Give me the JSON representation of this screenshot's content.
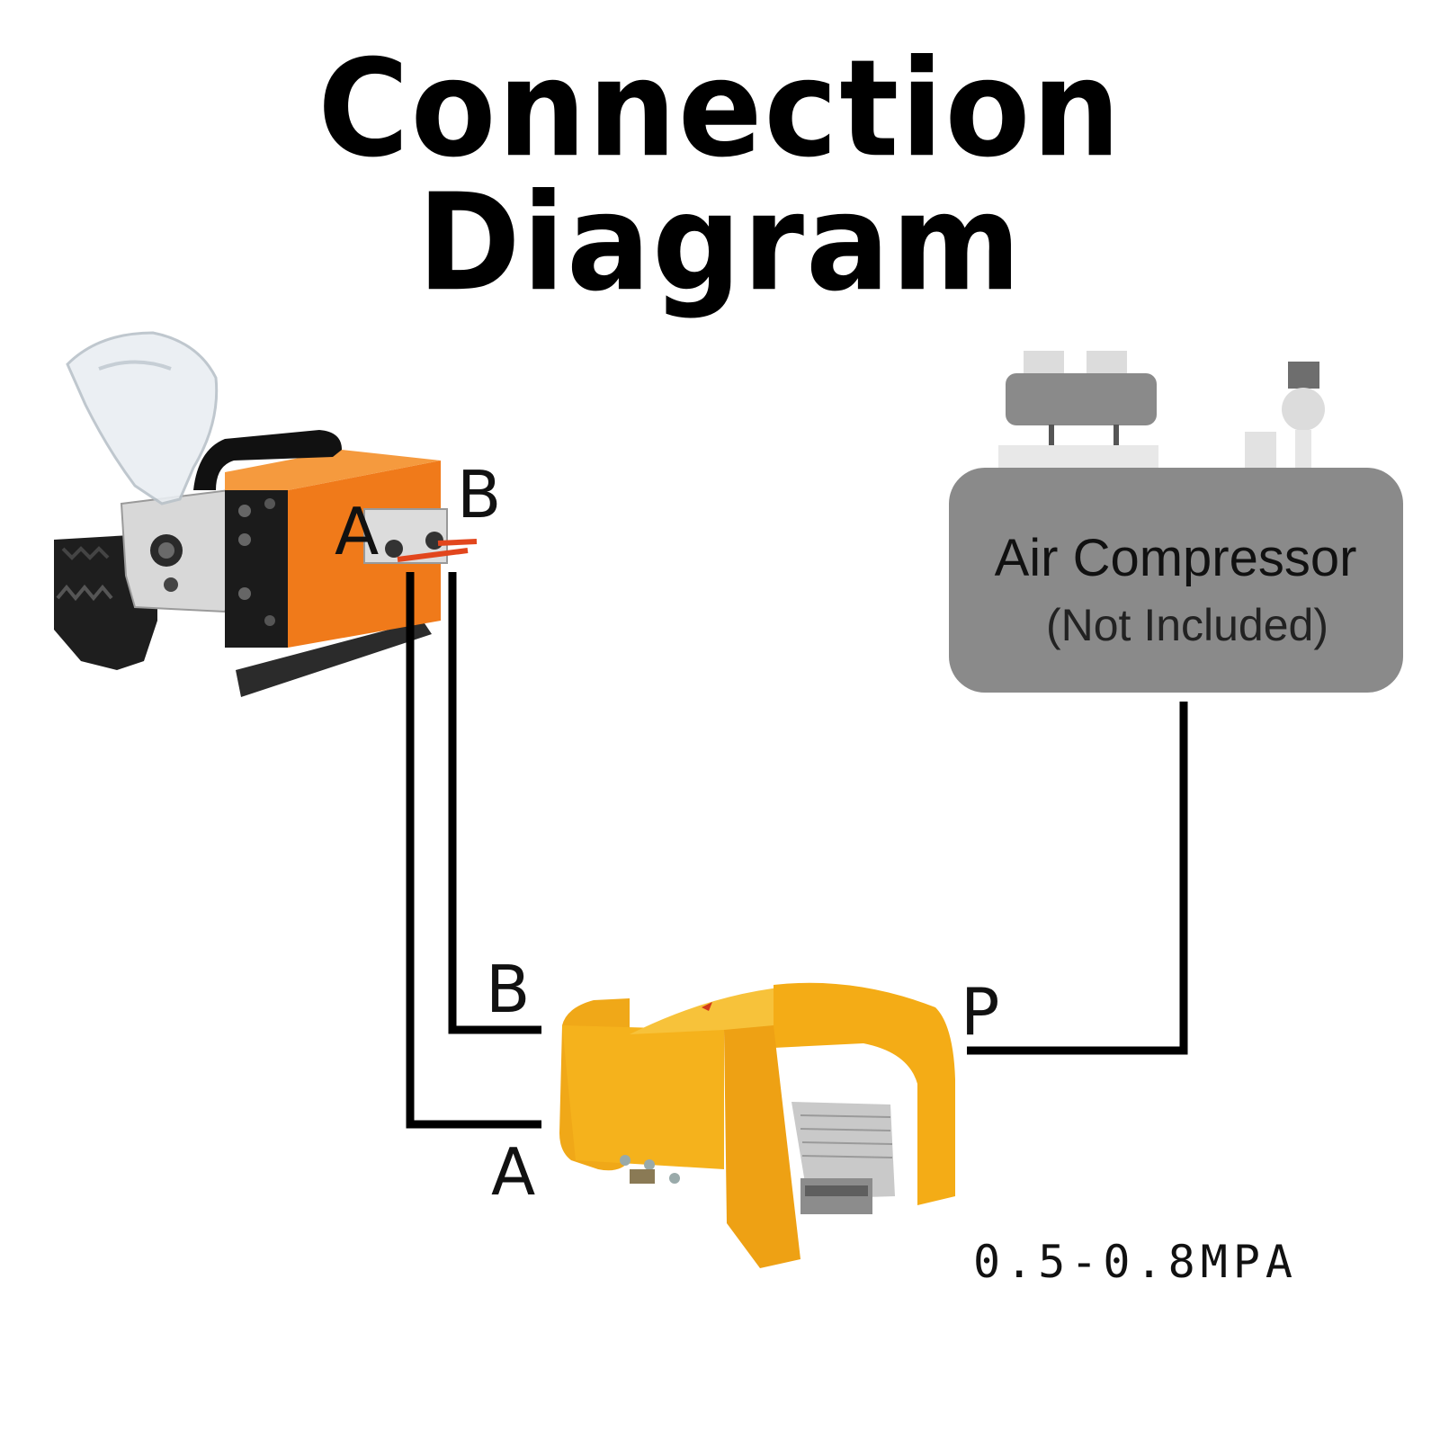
{
  "title": "Connection Diagram",
  "crimper": {
    "port_a_label": "A",
    "port_b_label": "B"
  },
  "compressor": {
    "title": "Air Compressor",
    "subtitle": "(Not Included)"
  },
  "foot_valve": {
    "port_a_label": "A",
    "port_b_label": "B",
    "port_p_label": "P",
    "pressure": "0.5-0.8MPA"
  },
  "colors": {
    "crimper_body": "#f07a1a",
    "foot_pedal": "#f5b21c",
    "compressor_body": "#8a8a8a",
    "hose_line": "#000000"
  }
}
